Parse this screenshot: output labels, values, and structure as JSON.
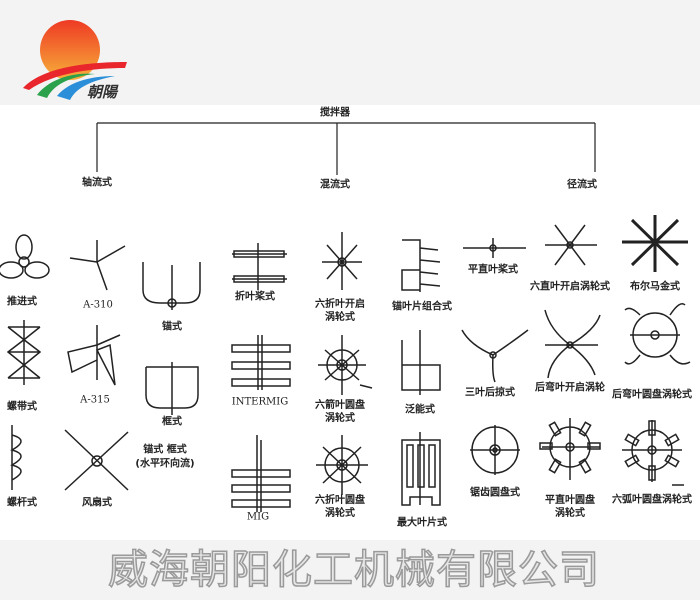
{
  "logo": {
    "text": "朝陽",
    "colors": {
      "sun": "#f08a2a",
      "red": "#e8262b",
      "green": "#2aa14a",
      "blue": "#2a8fd8"
    }
  },
  "root": "搅拌器",
  "categories": [
    "轴流式",
    "混流式",
    "径流式"
  ],
  "items": [
    "推进式",
    "A-310",
    "锚式",
    "折叶桨式",
    "六折叶开启涡轮式",
    "锚叶片组合式",
    "平直叶桨式",
    "六直叶开启涡轮式",
    "布尔马金式",
    "螺带式",
    "A-315",
    "框式",
    "INTERMIG",
    "六箭叶圆盘涡轮式",
    "泛能式",
    "三叶后掠式",
    "后弯叶开启涡轮",
    "后弯叶圆盘涡轮式",
    "螺杆式",
    "风扇式",
    "锚式 框式",
    "(水平环向流)",
    "MIG",
    "六折叶圆盘涡轮式",
    "最大叶片式",
    "锯齿圆盘式",
    "平直叶圆盘涡轮式",
    "六弧叶圆盘涡轮式"
  ],
  "watermark": "威海朝阳化工机械有限公司"
}
